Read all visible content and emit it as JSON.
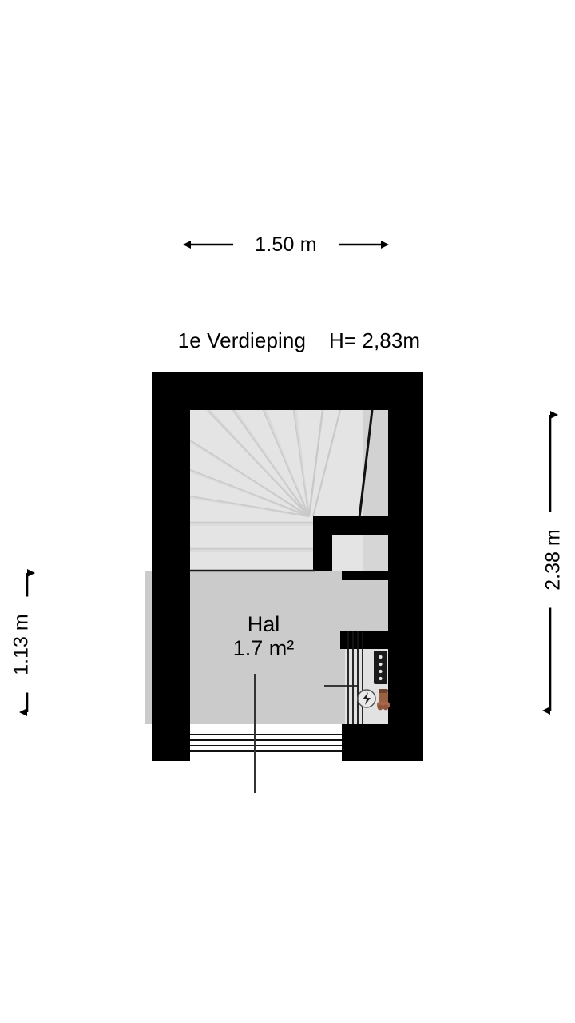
{
  "document": {
    "type": "floor-plan",
    "background_color": "#ffffff"
  },
  "title": {
    "floor": "1e Verdieping",
    "height": "H= 2,83m"
  },
  "dimensions": {
    "top": {
      "label": "1.50 m",
      "orientation": "horizontal",
      "name": "width-dimension"
    },
    "left": {
      "label": "1.13 m",
      "orientation": "vertical",
      "name": "left-depth-dimension"
    },
    "right": {
      "label": "2.38 m",
      "orientation": "vertical",
      "name": "right-depth-dimension"
    }
  },
  "rooms": [
    {
      "name": "Hal",
      "area": "1.7 m²",
      "floor_color": "#cbcbcb"
    }
  ],
  "features": {
    "staircase": {
      "label": "winder-staircase",
      "tread_color": "#e4e4e4",
      "tread_count": 13
    },
    "meter_cupboard": {
      "label": "meter-cupboard",
      "electric_symbol": "⚡",
      "fuse_box_color": "#1a1a1a",
      "pipe_color": "#9b5f42"
    },
    "door_opening": {
      "label": "stair-opening-down"
    }
  },
  "colors": {
    "wall": "#000000",
    "floor": "#cbcbcb",
    "stair": "#e4e4e4",
    "stair_line": "#c9c9c9",
    "background": "#ffffff",
    "text": "#000000"
  }
}
